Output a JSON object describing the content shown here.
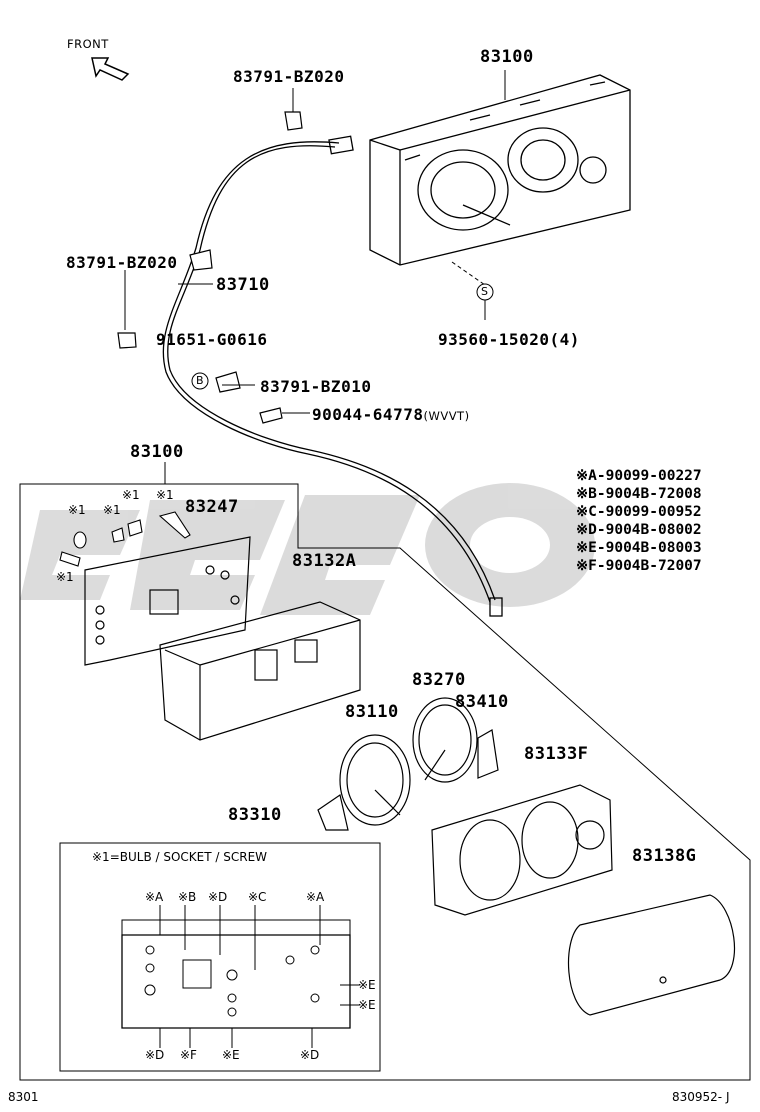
{
  "front_label": "FRONT",
  "parts": {
    "p83100_top": "83100",
    "p83791_a": "83791-BZ020",
    "p83791_b": "83791-BZ020",
    "p83710": "83710",
    "p91651": "91651-G0616",
    "p83791_c": "83791-BZ010",
    "p93560": "93560-15020(4)",
    "p90044": "90044-64778",
    "p90044_suffix": "(WVVT)",
    "p83100_mid": "83100",
    "p83247": "83247",
    "p83132A": "83132A",
    "p83270": "83270",
    "p83410": "83410",
    "p83110": "83110",
    "p83133F": "83133F",
    "p83310": "83310",
    "p83138G": "83138G"
  },
  "circle_marks": {
    "s": "S",
    "b": "B"
  },
  "notes": [
    "※A-90099-00227",
    "※B-9004B-72008",
    "※C-90099-00952",
    "※D-9004B-08002",
    "※E-9004B-08003",
    "※F-9004B-72007"
  ],
  "star1": "※1",
  "inset": {
    "title": "※1=BULB / SOCKET / SCREW",
    "top_marks": [
      "※A",
      "※B",
      "※D",
      "※C",
      "※A"
    ],
    "right_marks": [
      "※E",
      "※E"
    ],
    "bottom_marks": [
      "※D",
      "※F",
      "※E",
      "※D"
    ]
  },
  "footer": {
    "left": "8301",
    "right": "830952- J"
  }
}
